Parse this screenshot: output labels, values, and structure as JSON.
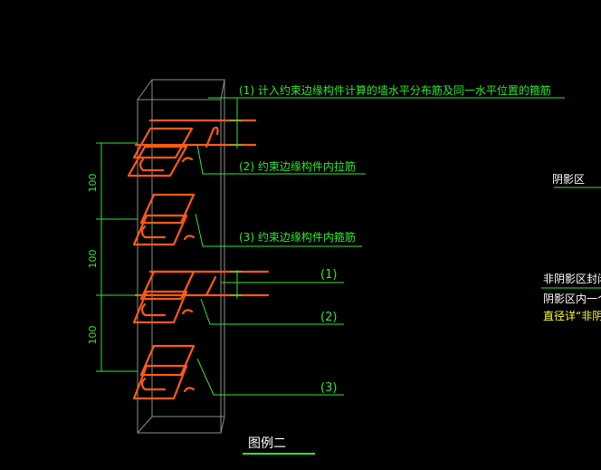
{
  "annotations": {
    "label1": "(1) 计入约束边缘构件计算的墙水平分布筋及同一水平位置的箍筋",
    "label2": "(2) 约束边缘构件内拉筋",
    "label3": "(3) 约束边缘构件内箍筋",
    "short1": "(1)",
    "short2": "(2)",
    "short3": "(3)"
  },
  "dimensions": [
    "100",
    "100",
    "100"
  ],
  "legend_title": "图例二",
  "side_notes": {
    "shadow_zone": "阴影区",
    "non_shadow_line1": "非阴影区封闭",
    "non_shadow_line2": "阴影区内一个",
    "non_shadow_line3": "直径详“非阴影"
  },
  "colors": {
    "background": "#000000",
    "rebar": "#ff5a14",
    "annotation": "#2ee82e",
    "outline": "#8c8c8c",
    "dimension": "#2ee82e",
    "note_yellow": "#ffff33"
  }
}
